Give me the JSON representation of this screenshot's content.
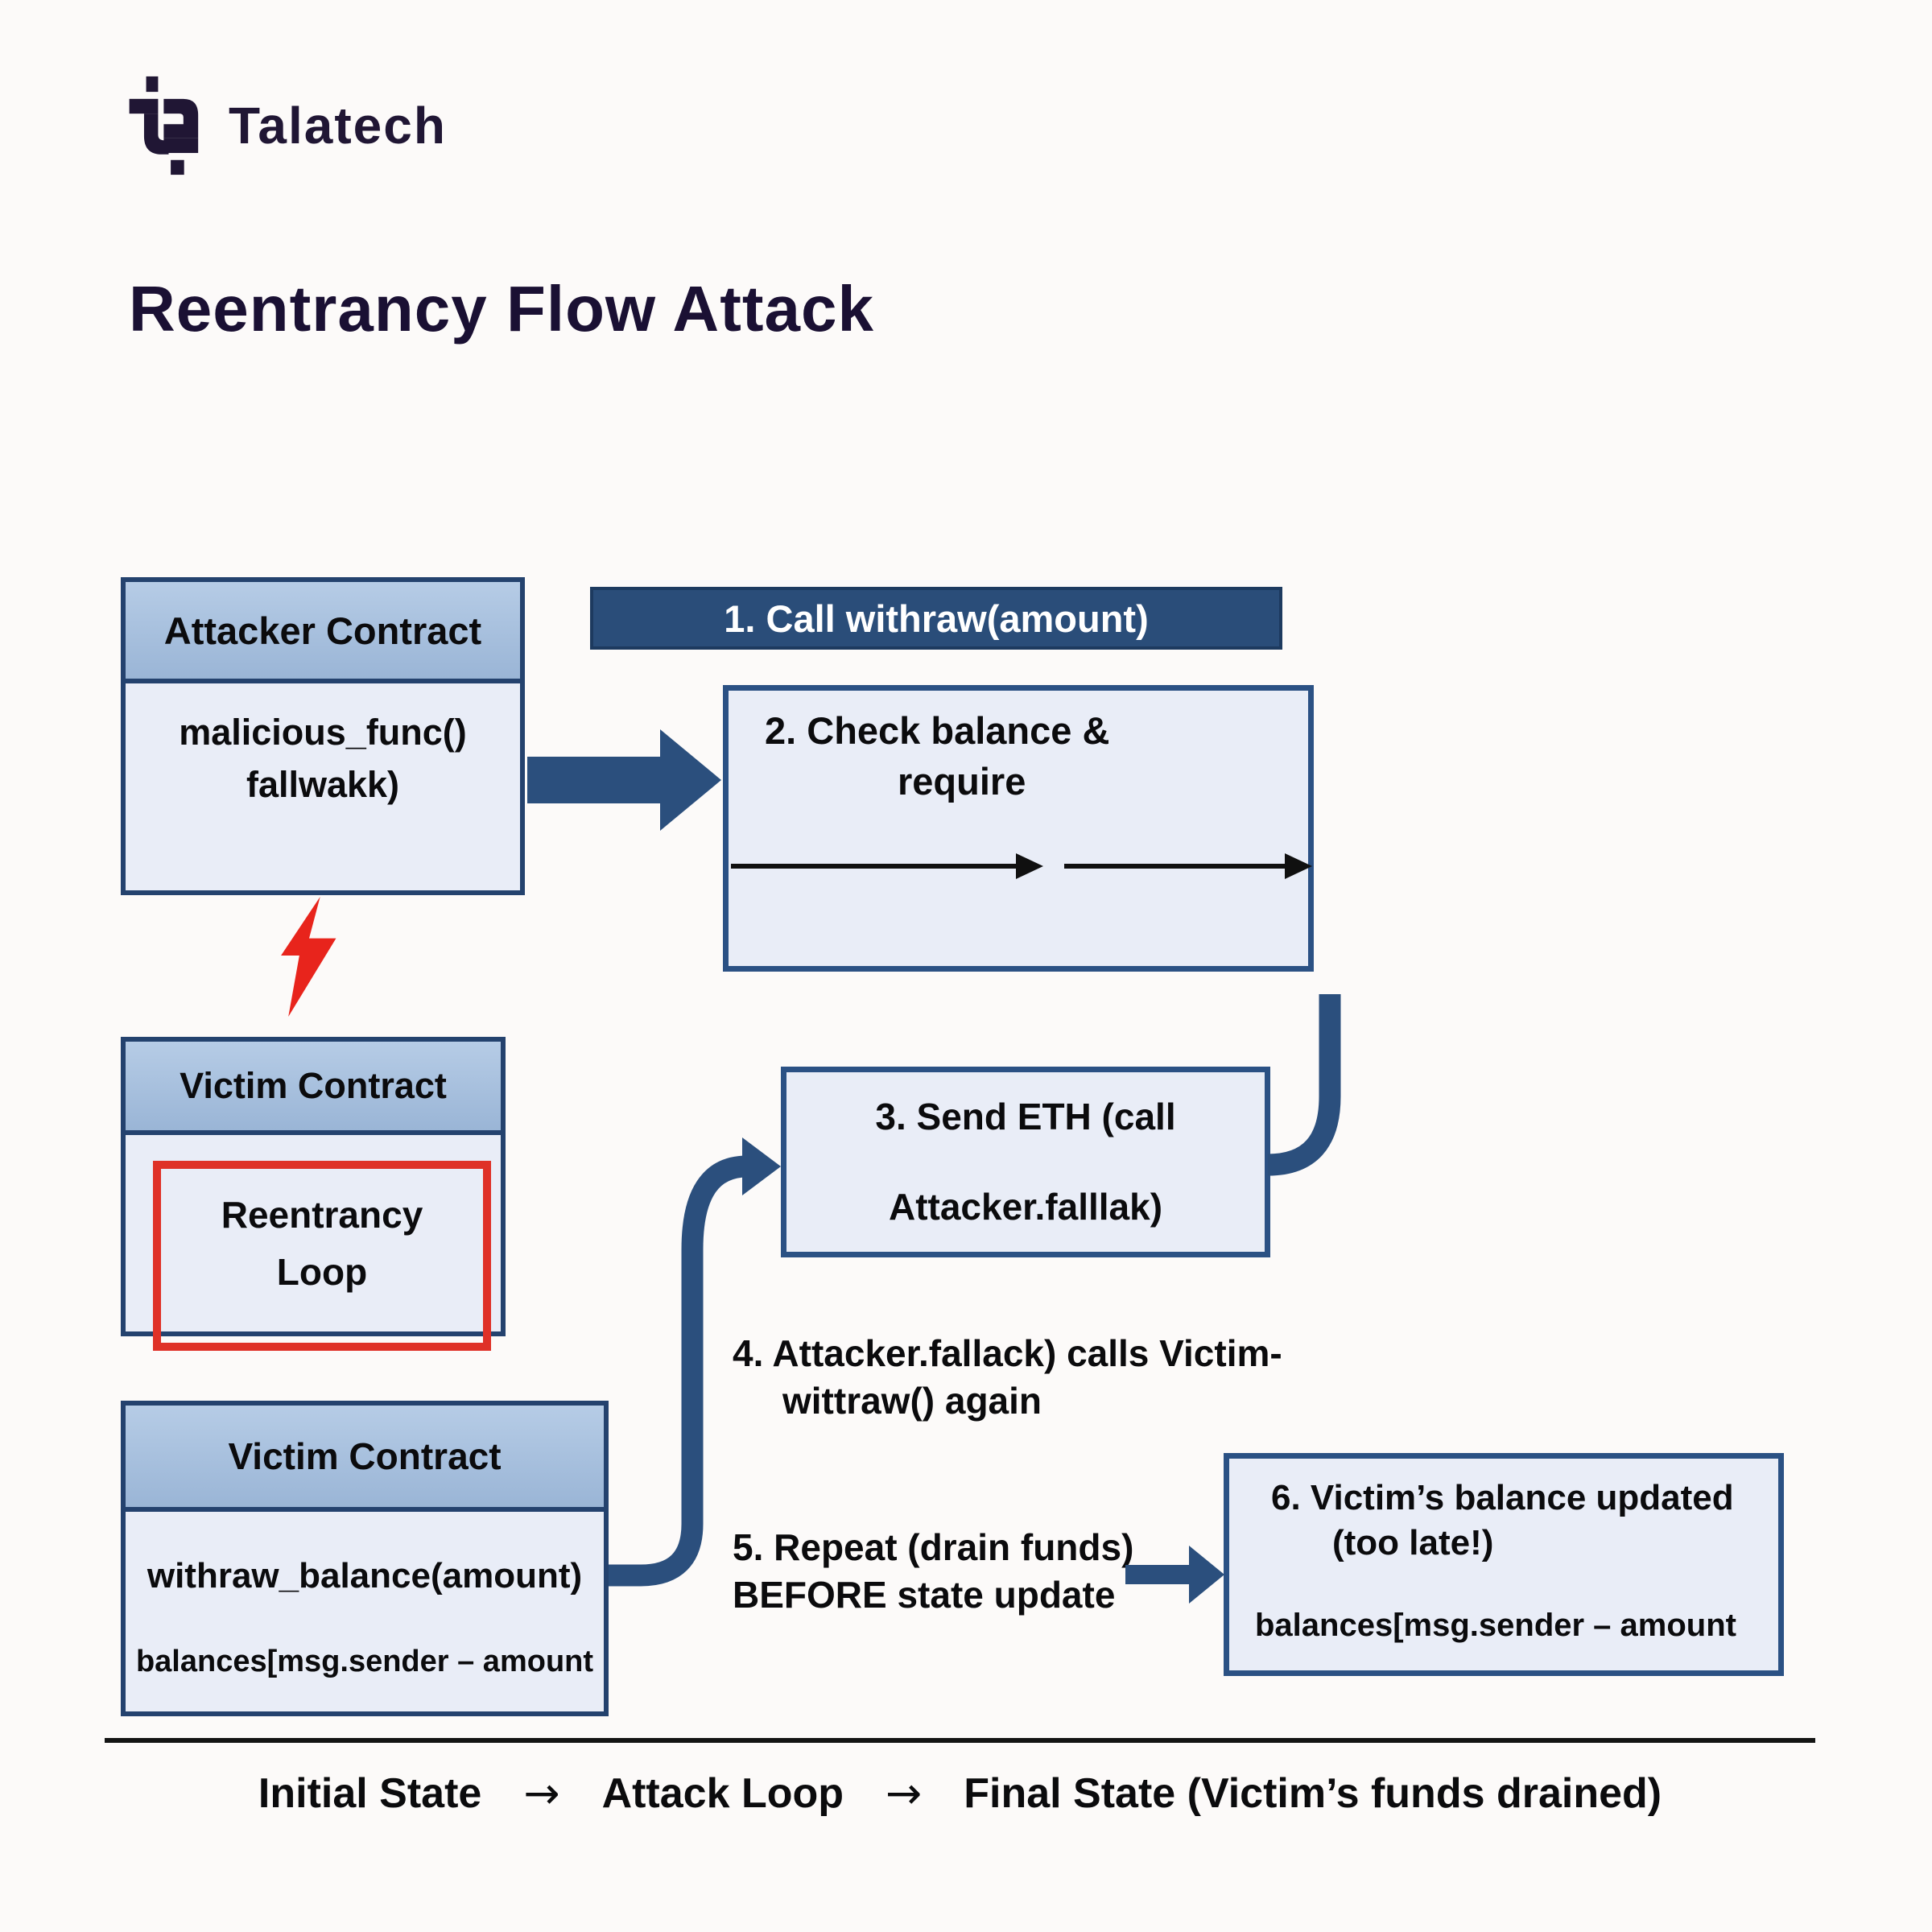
{
  "brand": {
    "name": "Talatech"
  },
  "title": "Reentrancy Flow Attack",
  "colors": {
    "accent_navy": "#2b4f7d",
    "box_border": "#2b5184",
    "box_fill": "#e9edf7",
    "header_fill": "#a9c3e0",
    "bar_fill": "#2a4d79",
    "alert_red": "#df3127",
    "bolt_red": "#e8241c",
    "brand_ink": "#201634"
  },
  "diagram": {
    "attacker_box": {
      "header": "Attacker Contract",
      "line1": "malicious_func()",
      "line2": "fallwakk)"
    },
    "step1_bar": "1. Call withraw(amount)",
    "check_box": {
      "line1": "2. Check balance &",
      "line2": "require"
    },
    "victim_mid_box": {
      "header": "Victim Contract",
      "loop_line1": "Reentrancy",
      "loop_line2": "Loop"
    },
    "send_box": {
      "line1": "3. Send ETH (call",
      "line2": "Attacker.falllak)"
    },
    "step4": {
      "line1": "4. Attacker.fallack) calls Victim-",
      "line2": "wittraw() again"
    },
    "step5": {
      "line1": "5. Repeat (drain funds)",
      "line2": "BEFORE state update"
    },
    "victim_bottom_box": {
      "header": "Victim Contract",
      "line1": "withraw_balance(amount)",
      "line2": "balances[msg.sender – amount"
    },
    "final_box": {
      "line1": "6. Victim’s balance updated",
      "line2": "(too late!)",
      "line3": "balances[msg.sender – amount"
    }
  },
  "legend": {
    "initial": "Initial State",
    "arrow": "→",
    "loop": "Attack Loop",
    "final": "Final State (Victim’s funds drained)"
  }
}
